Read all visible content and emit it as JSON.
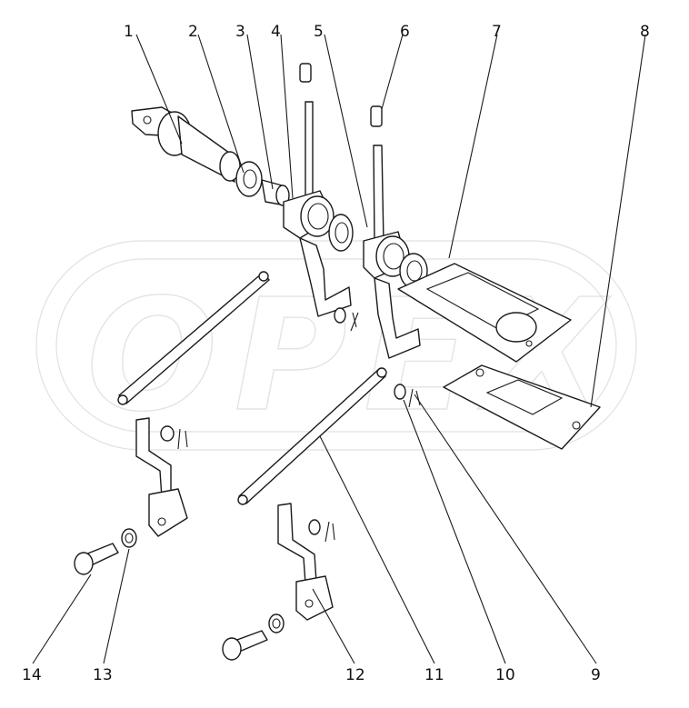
{
  "watermark": {
    "text": "ОРЕХ"
  },
  "callouts": [
    "1",
    "2",
    "3",
    "4",
    "5",
    "6",
    "7",
    "8",
    "9",
    "10",
    "11",
    "12",
    "13",
    "14"
  ]
}
